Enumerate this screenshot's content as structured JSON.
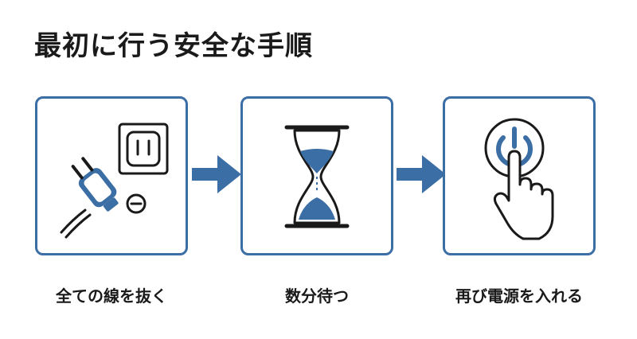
{
  "title": "最初に行う安全な手順",
  "steps": [
    {
      "label": "全ての線を抜く",
      "icon": "unplug-icon"
    },
    {
      "label": "数分待つ",
      "icon": "hourglass-icon"
    },
    {
      "label": "再び電源を入れる",
      "icon": "power-button-press-icon"
    }
  ],
  "colors": {
    "accent": "#3b6ea5",
    "line": "#1a1a1a",
    "background": "#ffffff"
  }
}
